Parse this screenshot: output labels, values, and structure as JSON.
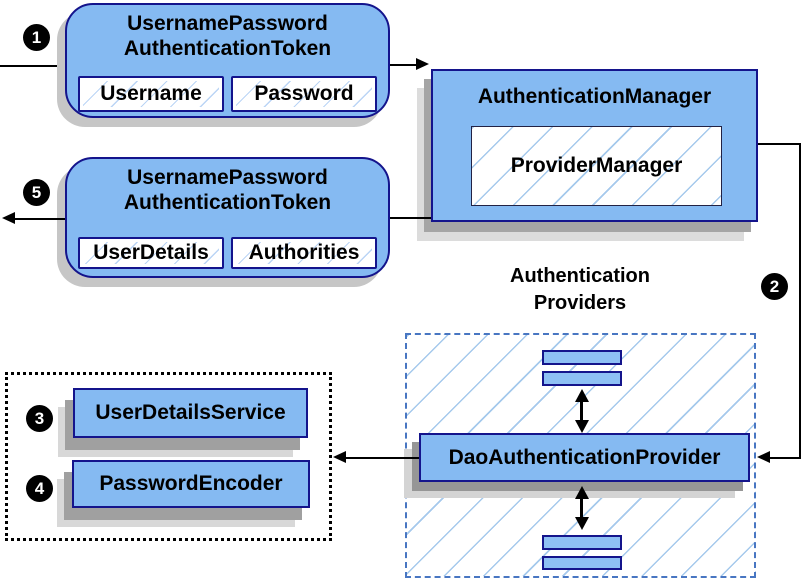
{
  "diagram": {
    "steps": [
      "1",
      "2",
      "3",
      "4",
      "5"
    ],
    "request_token": {
      "title_line1": "UsernamePassword",
      "title_line2": "AuthenticationToken",
      "fields": [
        "Username",
        "Password"
      ]
    },
    "response_token": {
      "title_line1": "UsernamePassword",
      "title_line2": "AuthenticationToken",
      "fields": [
        "UserDetails",
        "Authorities"
      ]
    },
    "authentication_manager": {
      "title": "AuthenticationManager",
      "inner_label": "ProviderManager"
    },
    "providers_group": {
      "label_line1": "Authentication",
      "label_line2": "Providers",
      "dao_provider_label": "DaoAuthenticationProvider"
    },
    "collaborators": {
      "user_details_service_label": "UserDetailsService",
      "password_encoder_label": "PasswordEncoder"
    },
    "colors": {
      "box_fill": "#85BAF2",
      "box_border": "#14148C",
      "hatch_line": "#A5C9EC",
      "dashed_border": "#4876C2",
      "arrow": "#000000",
      "shadow_dark": "#9E9E9E",
      "shadow_light": "#D9D9D9"
    }
  }
}
